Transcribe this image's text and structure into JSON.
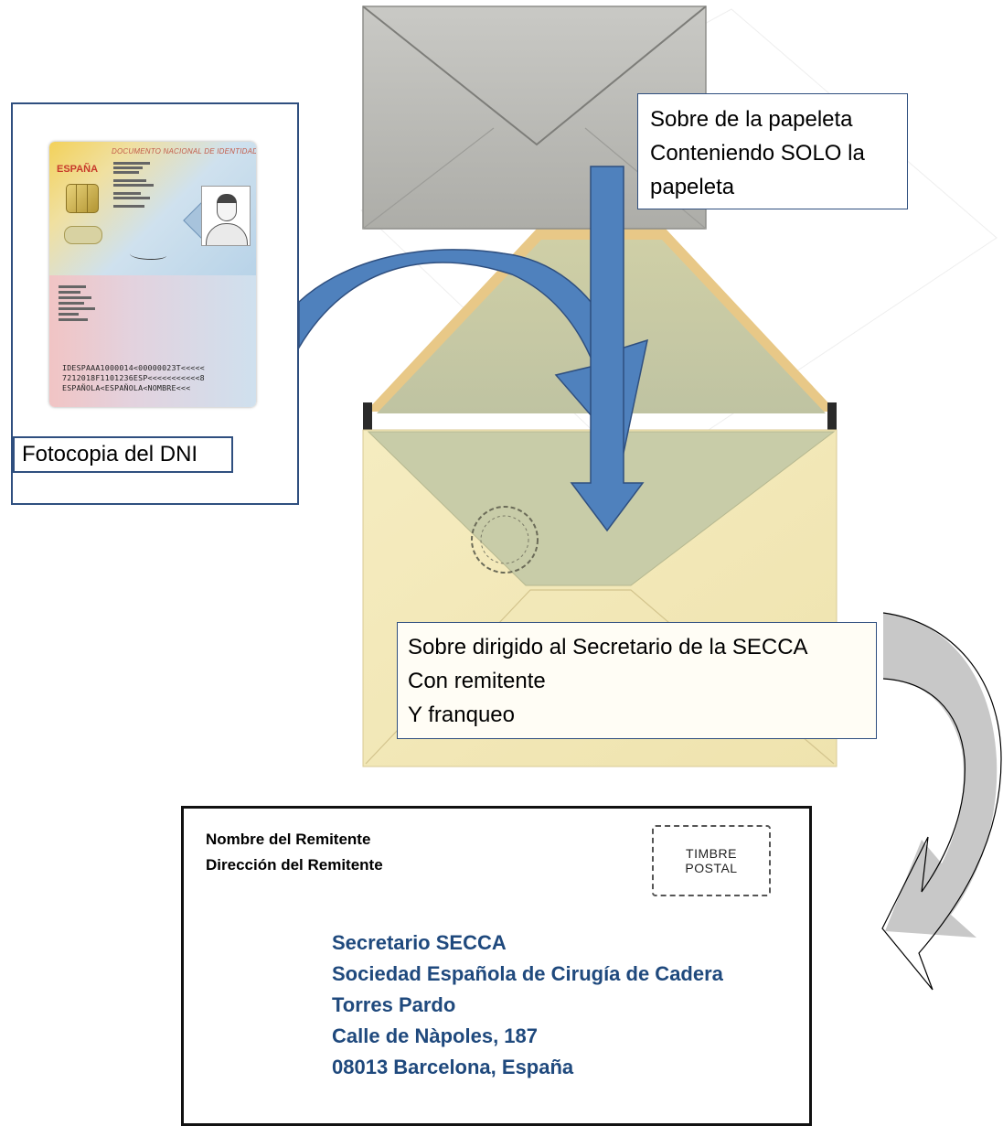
{
  "id_card": {
    "header": "DOCUMENTO NACIONAL DE IDENTIDAD",
    "country": "ESPAÑA",
    "mrz": [
      "IDESPAAA1000014<00000023T<<<<<",
      "7212018F1101236ESP<<<<<<<<<<<8",
      "ESPAÑOLA<ESPAÑOLA<NOMBRE<<<"
    ],
    "caption": "Fotocopia del DNI"
  },
  "ballot_envelope": {
    "caption_lines": [
      "Sobre de la papeleta",
      "Conteniendo SOLO la",
      "papeleta"
    ]
  },
  "main_envelope": {
    "caption_lines": [
      "Sobre dirigido al Secretario de la SECCA",
      "Con remitente",
      "Y franqueo"
    ]
  },
  "address_envelope": {
    "sender_lines": [
      "Nombre del Remitente",
      "Dirección del Remitente"
    ],
    "stamp_lines": [
      "TIMBRE",
      "POSTAL"
    ],
    "recipient_lines": [
      "Secretario SECCA",
      "Sociedad Española de Cirugía de Cadera",
      "Torres Pardo",
      "Calle de Nàpoles, 187",
      "08013 Barcelona, España"
    ]
  },
  "colors": {
    "blue_arrow": "#4f81bd",
    "blue_arrow_stroke": "#2f4f7f",
    "recipient_text": "#1f497d",
    "gray_arrow": "#c8c8c8",
    "envelope_cream": "#f3e8b8"
  }
}
